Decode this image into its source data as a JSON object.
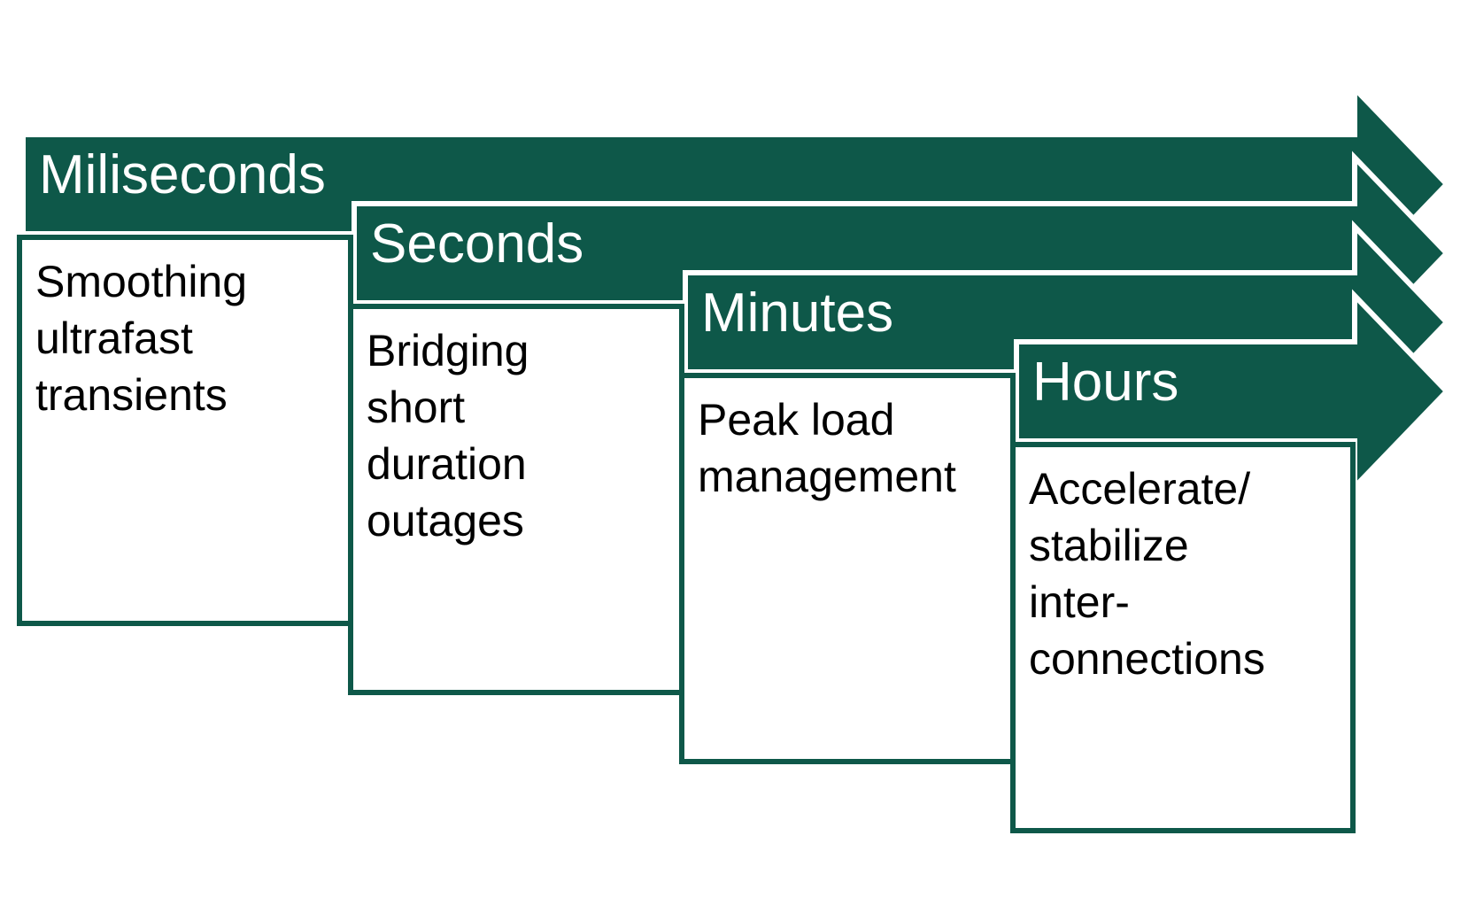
{
  "colors": {
    "accent": "#0e5849",
    "box_fill": "#ffffff",
    "box_border": "#0e5849",
    "label_text": "#ffffff",
    "desc_text": "#000000"
  },
  "stages": [
    {
      "title": "Miliseconds",
      "description": [
        "Smoothing",
        "ultrafast",
        "transients"
      ]
    },
    {
      "title": "Seconds",
      "description": [
        "Bridging",
        "short",
        "duration",
        "outages"
      ]
    },
    {
      "title": "Minutes",
      "description": [
        "Peak load",
        "management"
      ]
    },
    {
      "title": "Hours",
      "description": [
        "Accelerate/",
        "stabilize",
        "inter-",
        "connections"
      ]
    }
  ]
}
